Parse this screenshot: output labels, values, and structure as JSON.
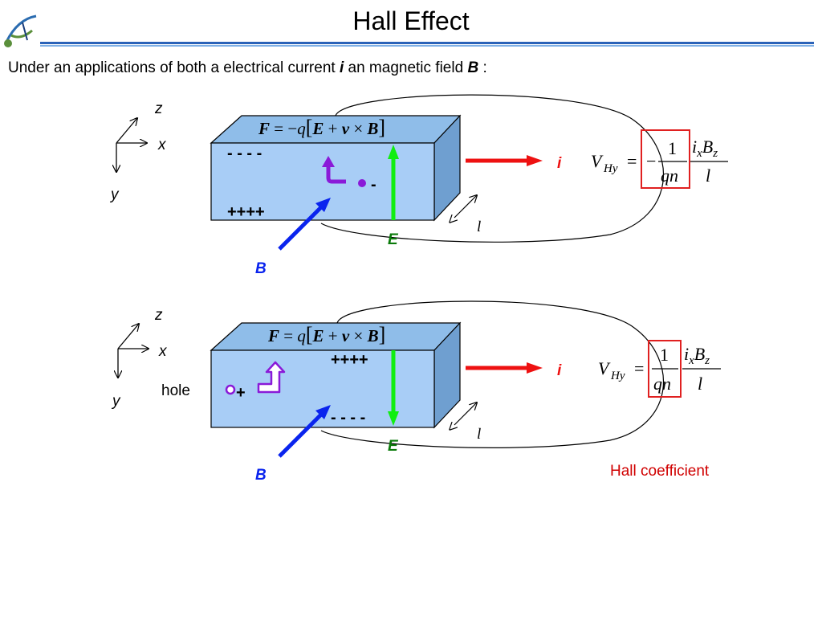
{
  "title": "Hall Effect",
  "subtitle": {
    "part1": "Under an applications of both a electrical current ",
    "current_var": "i",
    "part2": " an magnetic field ",
    "field_var": "B",
    "part3": " :"
  },
  "axes": {
    "z": "z",
    "x": "x",
    "y": "y"
  },
  "diagram_electron": {
    "force_eq": {
      "F": "F",
      "eq": " = −",
      "q": "q",
      "E": "E",
      "plus": " + ",
      "v": "v",
      "times": " × ",
      "B": "B"
    },
    "top_charges": "- - - -",
    "bottom_charges": "++++",
    "carrier_label": "-",
    "E_label": "E",
    "B_label": "B",
    "i_label": "i",
    "l_label": "l",
    "formula": {
      "V": "V",
      "sub": "Hy",
      "eq": "=",
      "minus": "−",
      "num": "1",
      "den": "qn",
      "i": "i",
      "x": "x",
      "Bsym": "B",
      "z": "z",
      "l": "l"
    }
  },
  "diagram_hole": {
    "force_eq": {
      "F": "F",
      "eq": " = ",
      "q": "q",
      "E": "E",
      "plus": " + ",
      "v": "v",
      "times": " × ",
      "B": "B"
    },
    "top_charges": "++++",
    "bottom_charges": "- - - -",
    "carrier_label": "+",
    "hole_label": "hole",
    "E_label": "E",
    "B_label": "B",
    "i_label": "i",
    "l_label": "l",
    "formula": {
      "V": "V",
      "sub": "Hy",
      "eq": "=",
      "num": "1",
      "den": "qn",
      "i": "i",
      "x": "x",
      "Bsym": "B",
      "z": "z",
      "l": "l"
    }
  },
  "hall_coefficient_label": "Hall coefficient",
  "colors": {
    "block_front": "#a8cdf6",
    "block_top": "#8fbde9",
    "block_side": "#6f9fd0",
    "arrow_red": "#ee1111",
    "arrow_green": "#11ee11",
    "arrow_blue": "#0a24ee",
    "purple": "#8a1ad8",
    "box_red": "#e02020"
  }
}
